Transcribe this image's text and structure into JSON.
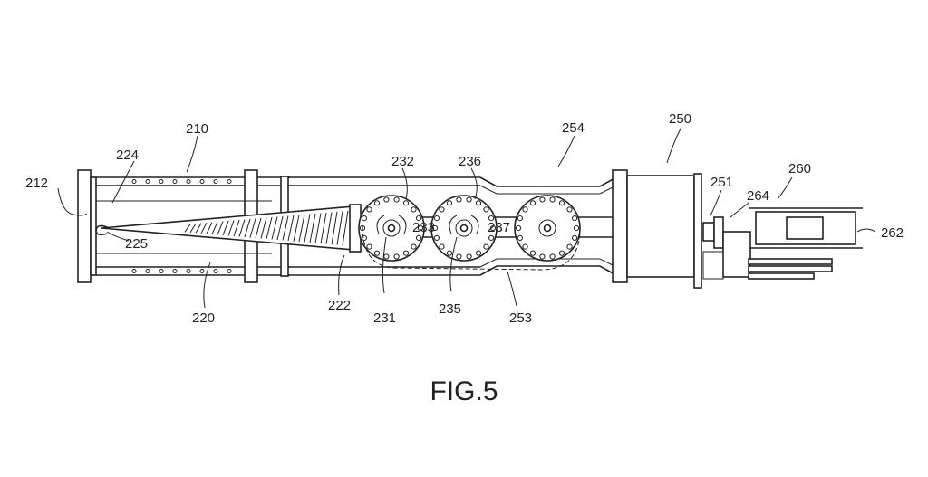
{
  "figure": {
    "caption": "FIG.5",
    "labels": {
      "l210": "210",
      "l212": "212",
      "l220": "220",
      "l222": "222",
      "l224": "224",
      "l225": "225",
      "l231": "231",
      "l232": "232",
      "l233": "233",
      "l235": "235",
      "l236": "236",
      "l237": "237",
      "l250": "250",
      "l251": "251",
      "l253": "253",
      "l254": "254",
      "l260": "260",
      "l262": "262",
      "l264": "264"
    }
  }
}
